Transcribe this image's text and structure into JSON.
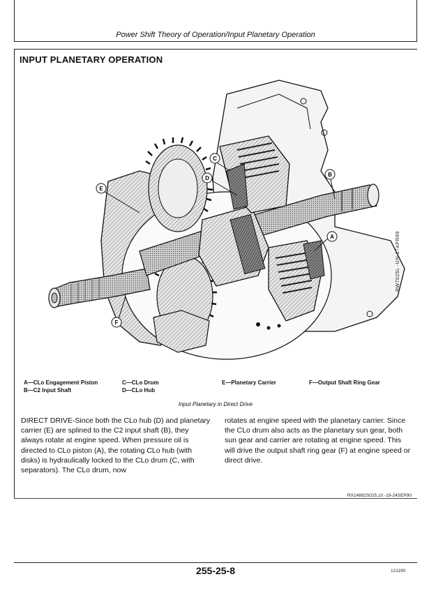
{
  "header": {
    "running_title": "Power Shift Theory of Operation/Input Planetary Operation"
  },
  "section": {
    "title": "INPUT PLANETARY OPERATION"
  },
  "figure": {
    "figure_id": "RW7025L  -UN-17APR89",
    "callouts": [
      "A",
      "B",
      "C",
      "D",
      "E",
      "F"
    ],
    "legend": {
      "a": "A—CLo Engagement Piston",
      "b": "B—C2 Input Shaft",
      "c": "C—CLo Drum",
      "d": "D—CLo Hub",
      "e": "E—Planetary Carrier",
      "f": "F—Output Shaft Ring Gear"
    },
    "caption": "Input Planetary in Direct Drive"
  },
  "body": {
    "left": "DIRECT DRIVE-Since both the CLo hub (D) and planetary carrier (E) are splined to the C2 input shaft (B), they always rotate at engine speed. When pressure oil is directed to CLo piston (A), the rotating CLo hub (with disks) is hydraulically locked to the CLo drum (C, with separators). The CLo drum, now",
    "right": "rotates at engine speed with the planetary carrier. Since the CLo drum also acts as the planetary sun gear, both sun gear and carrier are rotating at engine speed. This will drive the output shaft ring gear (F) at engine speed or direct drive."
  },
  "reference_code": "RX14892S025,10 -19-24SEP90",
  "footer": {
    "page_number": "255-25-8",
    "code": "121190"
  }
}
